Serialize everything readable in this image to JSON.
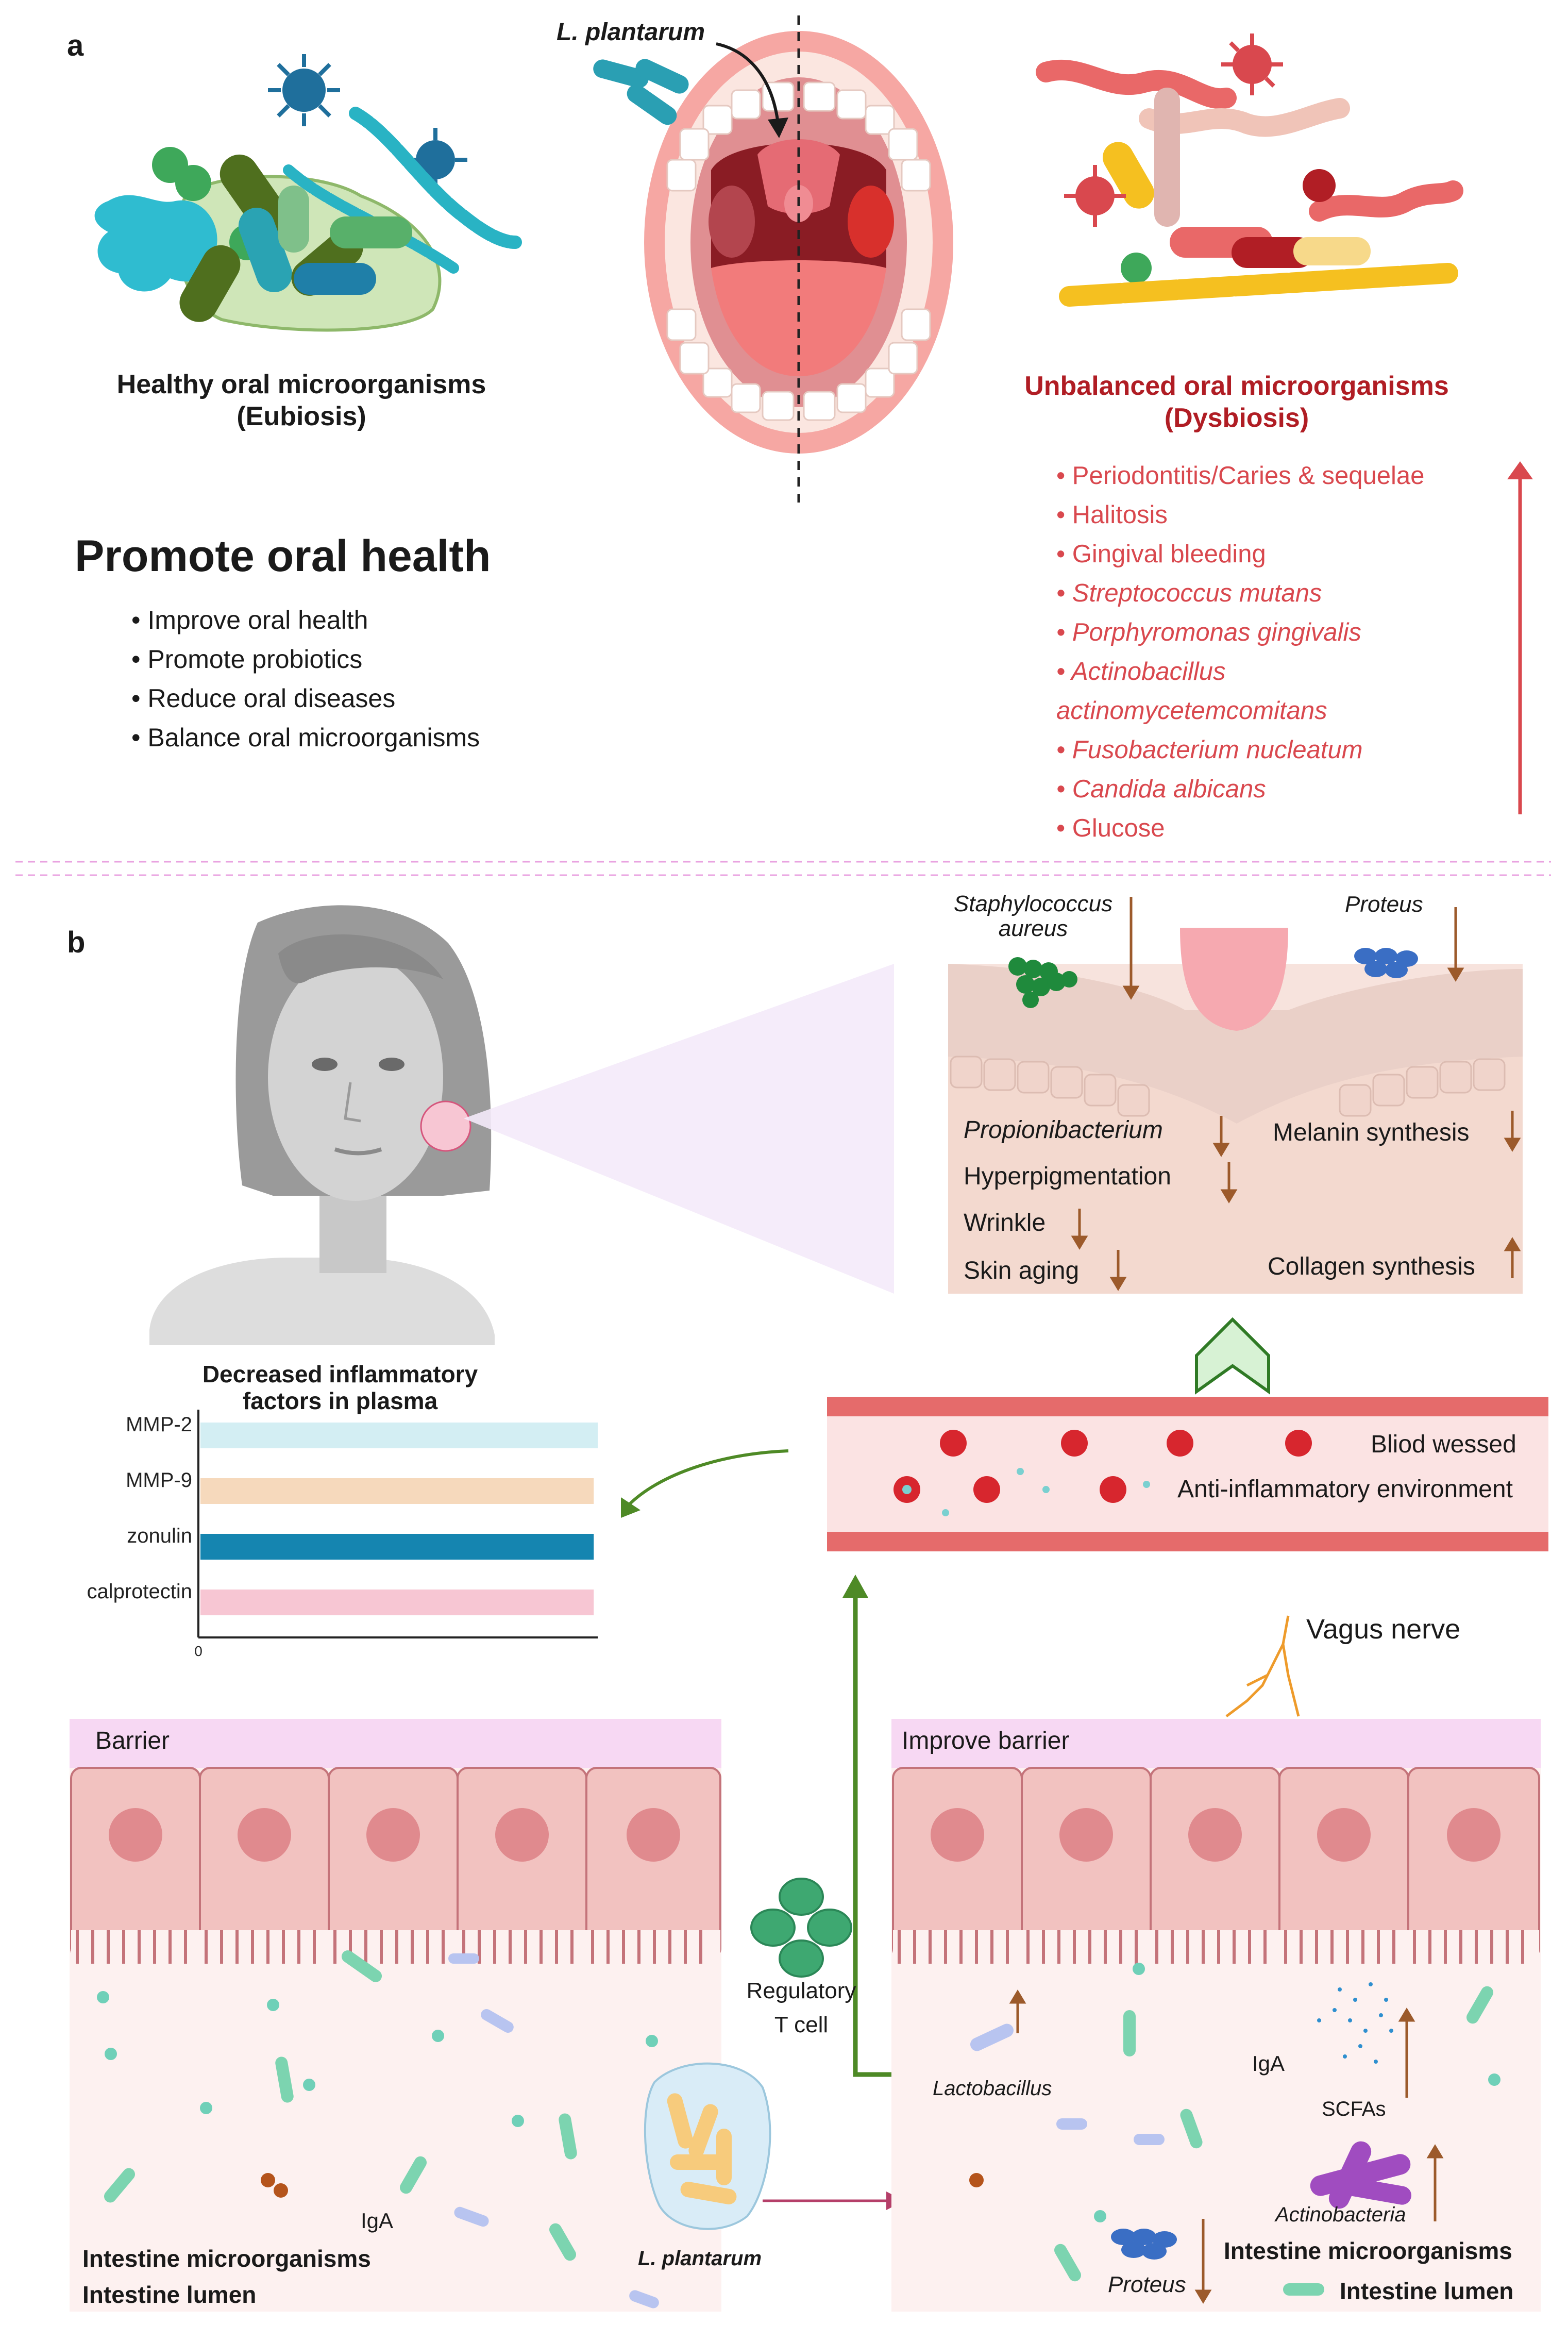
{
  "panel_a": {
    "letter": "a",
    "probiotic_label": "L. plantarum",
    "healthy_title_line1": "Healthy oral microorganisms",
    "healthy_title_line2": "(Eubiosis)",
    "unbalanced_title_line1": "Unbalanced oral microorganisms",
    "unbalanced_title_line2": "(Dysbiosis)",
    "promote_heading": "Promote oral health",
    "benefits": [
      "Improve oral health",
      "Promote probiotics",
      "Reduce oral diseases",
      "Balance oral microorganisms"
    ],
    "dysbiosis_items": [
      {
        "text": "• Periodontitis/Caries & sequelae",
        "italic": false
      },
      {
        "text": "• Halitosis",
        "italic": false
      },
      {
        "text": "• Gingival bleeding",
        "italic": false
      },
      {
        "text": "• Streptococcus mutans",
        "italic": true
      },
      {
        "text": "• Porphyromonas gingivalis",
        "italic": true
      },
      {
        "text": "• Actinobacillus",
        "italic": true
      },
      {
        "text": "actinomycetemcomitans",
        "italic": true
      },
      {
        "text": "• Fusobacterium nucleatum",
        "italic": true
      },
      {
        "text": "• Candida albicans",
        "italic": true
      },
      {
        "text": "• Glucose",
        "italic": false
      }
    ]
  },
  "panel_b": {
    "letter": "b",
    "skin": {
      "staph_line1": "Staphylococcus",
      "staph_line2": "aureus",
      "proteus": "Proteus",
      "propionibacterium": "Propionibacterium",
      "hyperpigmentation": "Hyperpigmentation",
      "wrinkle": "Wrinkle",
      "skin_aging": "Skin aging",
      "melanin": "Melanin synthesis",
      "collagen": "Collagen synthesis"
    },
    "vessel": {
      "label1": "Bliod wessed",
      "label2": "Anti-inflammatory environment"
    },
    "vagus": "Vagus nerve",
    "regulatory_line1": "Regulatory",
    "regulatory_line2": "T cell",
    "left_gut": {
      "barrier": "Barrier",
      "igA": "IgA",
      "microorganisms": "Intestine microorganisms",
      "lumen": "Intestine lumen",
      "probiotic": "L. plantarum"
    },
    "right_gut": {
      "barrier": "Improve  barrier",
      "lactobacillus": "Lactobacillus",
      "igA": "IgA",
      "scfas": "SCFAs",
      "actinobacteria": "Actinobacteria",
      "proteus": "Proteus",
      "microorganisms": "Intestine microorganisms",
      "lumen": "Intestine lumen"
    }
  },
  "chart_data": {
    "type": "bar",
    "orientation": "horizontal",
    "title": "Decreased inflammatory factors in plasma",
    "categories": [
      "MMP-2",
      "MMP-9",
      "zonulin",
      "calprotectin"
    ],
    "values": [
      1.0,
      0.99,
      0.99,
      0.99
    ],
    "colors": [
      "#d3eef3",
      "#f6d9bc",
      "#1585b0",
      "#f7c6d3"
    ],
    "x_tick_labels": [
      "0"
    ],
    "xlim": [
      0,
      1.0
    ]
  },
  "colors": {
    "dysbiosis_red": "#d9484e",
    "dysbiosis_title": "#b01d24",
    "arrow_brown": "#9c5a2b",
    "green_arrow": "#4e8a26",
    "pink_dash": "#e9a3e0"
  }
}
